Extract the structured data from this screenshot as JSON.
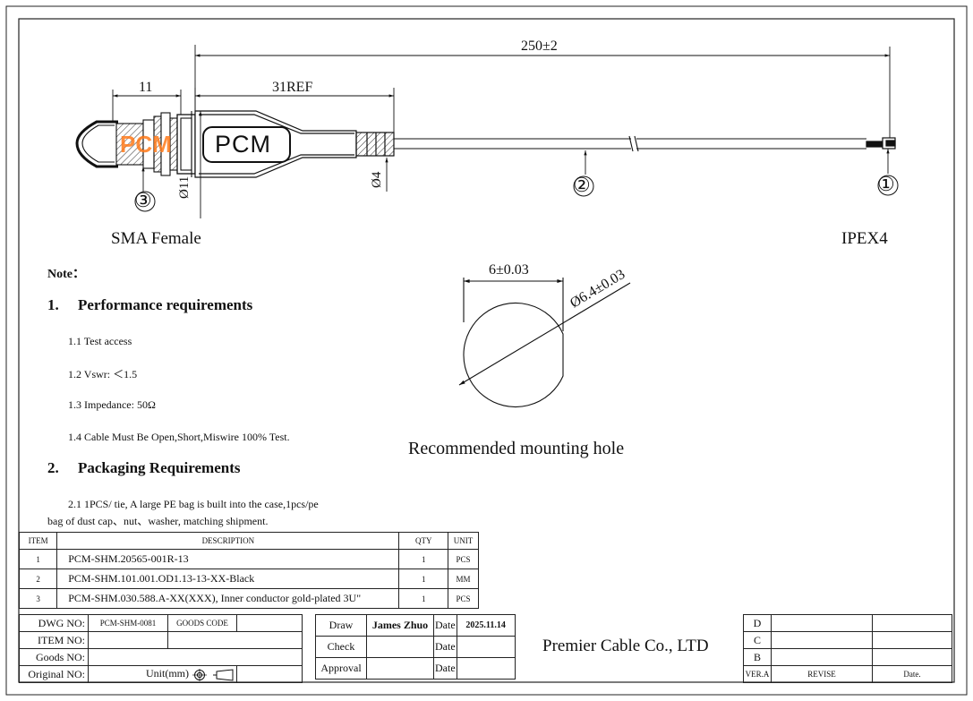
{
  "drawing": {
    "dim_total": "250±2",
    "dim_11": "11",
    "dim_31ref": "31REF",
    "dim_dia11": "Ø11",
    "dim_dia4": "Ø4",
    "callout_1": "①",
    "callout_2": "②",
    "callout_3": "③",
    "connector_left": "SMA Female",
    "connector_right": "IPEX4",
    "logo_text": "PCM",
    "watermark_text": "PCM",
    "hole_dim_width": "6±0.03",
    "hole_dim_dia": "Ø6.4±0.03",
    "hole_caption": "Recommended mounting hole"
  },
  "notes": {
    "title": "Note：",
    "section1": "1.     Performance requirements",
    "items1": [
      "1.1 Test access",
      "1.2 Vswr: ＜1.5",
      "1.3 Impedance: 50Ω",
      "1.4 Cable Must Be Open,Short,Miswire 100% Test."
    ],
    "section2": "2.     Packaging Requirements",
    "pkg_line1": "2.1 1PCS/ tie, A large PE bag is built into the case,1pcs/pe",
    "pkg_line2": "bag of dust cap、nut、washer, matching shipment."
  },
  "bom": {
    "headers": [
      "ITEM",
      "DESCRIPTION",
      "QTY",
      "UNIT"
    ],
    "rows": [
      {
        "item": "1",
        "desc": "PCM-SHM.20565-001R-13",
        "qty": "1",
        "unit": "PCS"
      },
      {
        "item": "2",
        "desc": "PCM-SHM.101.001.OD1.13-13-XX-Black",
        "qty": "1",
        "unit": "MM"
      },
      {
        "item": "3",
        "desc": "PCM-SHM.030.588.A-XX(XXX), Inner conductor gold-plated 3U\"",
        "qty": "1",
        "unit": "PCS"
      }
    ]
  },
  "titleblock": {
    "dwg_no_label": "DWG NO:",
    "dwg_no_value": "PCM-SHM-0081",
    "goods_code_label": "GOODS CODE",
    "item_no_label": "ITEM NO:",
    "goods_no_label": "Goods NO:",
    "original_no_label": "Original NO:",
    "unit_label": "Unit(mm)",
    "draw_label": "Draw",
    "draw_name": "James Zhuo",
    "check_label": "Check",
    "approval_label": "Approval",
    "date_label": "Date",
    "draw_date": "2025.11.14",
    "company": "Premier Cable Co., LTD",
    "rev_d": "D",
    "rev_c": "C",
    "rev_b": "B",
    "ver_label": "VER.A",
    "revise_label": "REVISE",
    "rev_date_label": "Date."
  }
}
